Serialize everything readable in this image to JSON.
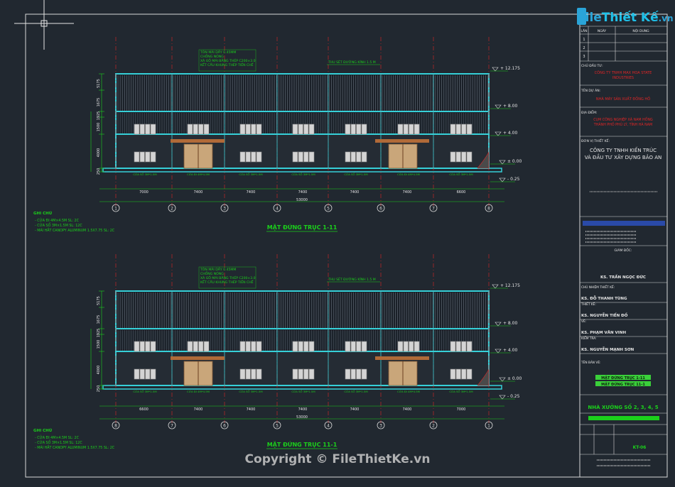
{
  "logo": {
    "text_file": "File",
    "text_main": "Thiết Kế",
    "text_tld": ".vn"
  },
  "copyright": "Copyright © FileThietKe.vn",
  "revision_rows": [
    "1",
    "2",
    "3"
  ],
  "revision_header": [
    "LẦN",
    "NGÀY",
    "NỘI DUNG"
  ],
  "titleblock": {
    "owner_label": "CHỦ ĐẦU TƯ:",
    "owner": [
      "CÔNG TY TNHH MAX HOA STATE",
      "INDUSTRIES"
    ],
    "project_label": "TÊN DỰ ÁN:",
    "project": "NHÀ MÁY SẢN XUẤT ĐỒNG HỒ",
    "location_label": "ĐỊA ĐIỂM:",
    "location": [
      "CỤM CÔNG NGHIỆP XÃ NAM HỒNG",
      "THÀNH PHỐ PHỦ LÝ, TỈNH HÀ NAM"
    ],
    "designer_label": "ĐƠN VỊ THIẾT KẾ:",
    "designer": [
      "CÔNG TY TNHH KIẾN TRÚC",
      "VÀ ĐẦU TƯ XÂY DỰNG BẢO AN"
    ],
    "approval": "GIÁM ĐỐC:",
    "director": "KS. TRẦN NGỌC ĐỨC",
    "chief_label": "CHỦ NHIỆM THIẾT KẾ:",
    "chief": "KS. ĐỖ THANH TÙNG",
    "design_label": "THIẾT KẾ:",
    "design": "KS. NGUYỄN TIẾN ĐỒ",
    "draw_label": "VẼ:",
    "draw": "KS. PHẠM VĂN VINH",
    "check_label": "KIỂM TRA:",
    "check": "KS. NGUYỄN MẠNH SƠN",
    "sheet_label": "TÊN BẢN VẼ:",
    "sheet_names": [
      "MẶT ĐỨNG TRỤC 1-11",
      "MẶT ĐỨNG TRỤC 11-1"
    ],
    "building": "NHÀ XƯỞNG SỐ 2, 3, 4, 5",
    "sheet_no": "KT-06"
  },
  "elevations": [
    {
      "title": "MẶT ĐỨNG TRỤC 1-11",
      "level_labels": [
        "+ 12.175",
        "+ 8.00",
        "+ 4.00",
        "± 0.00",
        "- 0.25"
      ],
      "note_title": "GHI CHÚ",
      "notes": [
        "- CỬA ĐI 4M×4.5M SL: 2C",
        "- CỬA SỔ 3M×1.5M SL: 12C",
        "- MÁI HẮT CANOPY ALUMINUM 1.5X7.75 SL: 2C"
      ],
      "top_notes": [
        "TÔN MÁI DẦY 0.45MM",
        "CHỐNG NÓNG",
        "XÀ GỒ MÁI BẰNG THÉP C200×3.0",
        "KẾT CẤU KHUNG THÉP TIỀN CHẾ"
      ],
      "top_note2": "THU SÉT ĐƯỜNG KÍNH 1.5 M",
      "dim_left": [
        "5175",
        "1675",
        "1925",
        "1500",
        "4000",
        "250"
      ],
      "dim_bottom": [
        "7000",
        "7400",
        "7400",
        "7400",
        "7400",
        "7400",
        "6600"
      ],
      "dim_total": "53000",
      "axes": [
        "1",
        "2",
        "3",
        "4",
        "5",
        "6",
        "7",
        "8"
      ],
      "window_labels": [
        "CỬA SỔ 3M*1.5M",
        "CỬA ĐI 4M*4.5M"
      ]
    },
    {
      "title": "MẶT ĐỨNG TRỤC 11-1",
      "level_labels": [
        "+ 12.175",
        "+ 8.00",
        "+ 4.00",
        "± 0.00",
        "- 0.25"
      ],
      "note_title": "GHI CHÚ",
      "notes": [
        "- CỬA ĐI 4M×4.5M SL: 2C",
        "- CỬA SỔ 3M×1.5M SL: 12C",
        "- MÁI HẮT CANOPY ALUMINUM 1.5X7.75 SL: 2C"
      ],
      "top_notes": [
        "TÔN MÁI DẦY 0.45MM",
        "CHỐNG NÓNG",
        "XÀ GỒ MÁI BẰNG THÉP C200×3.0",
        "KẾT CẤU KHUNG THÉP TIỀN CHẾ"
      ],
      "top_note2": "THU SÉT ĐƯỜNG KÍNH 1.5 M",
      "dim_left": [
        "5175",
        "1675",
        "1925",
        "1500",
        "4000",
        "250"
      ],
      "dim_bottom": [
        "6600",
        "7400",
        "7400",
        "7400",
        "7400",
        "7400",
        "7000"
      ],
      "dim_total": "53000",
      "axes": [
        "8",
        "7",
        "6",
        "5",
        "4",
        "3",
        "2",
        "1"
      ],
      "window_labels": [
        "CỬA SỔ 3M*1.5M",
        "CỬA ĐI 4M*4.5M"
      ]
    }
  ],
  "colors": {
    "background": "#212830",
    "frame": "#e6e6e6",
    "cyan": "#36d0d8",
    "green": "#1bd01b",
    "red": "#e02626",
    "yellow": "#e8e81a",
    "door": "#b06a38"
  }
}
